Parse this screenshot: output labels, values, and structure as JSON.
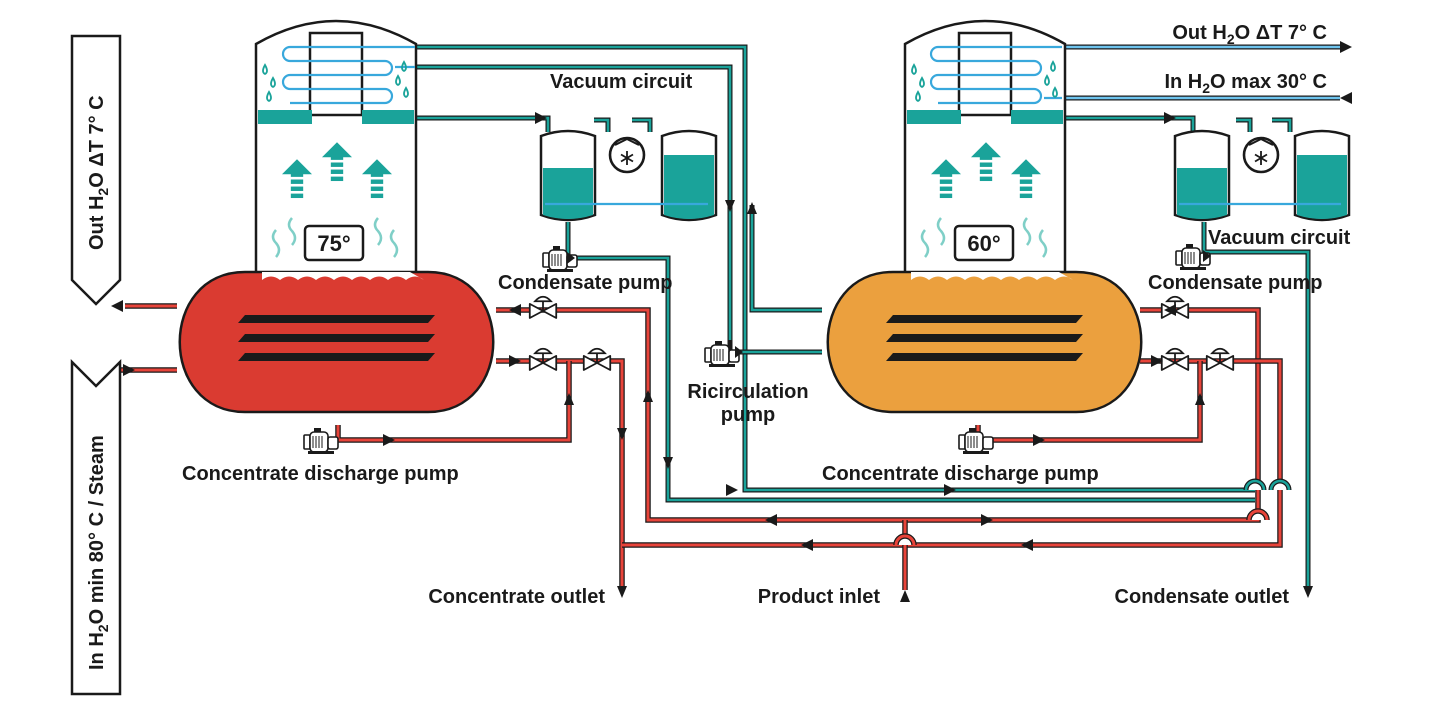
{
  "colors": {
    "evaporator1_fill": "#da3b31",
    "evaporator2_fill": "#eba03e",
    "teal": "#1aa39a",
    "red_pipe": "#e8443a",
    "blue_pipe": "#38a8dc",
    "outline": "#1a1a1a"
  },
  "icons": [
    "steam-arrow-icon",
    "flow-arrow-icon",
    "pump-icon",
    "valve-icon",
    "vacuum-pump-icon",
    "water-drop-icon",
    "heat-wave-icon"
  ],
  "side_labels": {
    "out_h2o_dt": {
      "pre": "Out H",
      "sub": "2",
      "post": "O ΔT 7° C"
    },
    "in_h2o_steam": {
      "pre": "In H",
      "sub": "2",
      "post": "O min 80° C / Steam"
    }
  },
  "top_labels": {
    "out_h2o_dt": {
      "pre": "Out H",
      "sub": "2",
      "post": "O ΔT 7° C"
    },
    "in_h2o_max": {
      "pre": "In H",
      "sub": "2",
      "post": "O max 30° C"
    }
  },
  "evaporators": [
    {
      "temperature": "75°"
    },
    {
      "temperature": "60°"
    }
  ],
  "labels": {
    "vacuum_circuit_1": "Vacuum circuit",
    "vacuum_circuit_2": "Vacuum circuit",
    "condensate_pump_1": "Condensate pump",
    "condensate_pump_2": "Condensate pump",
    "recirculation_pump_line1": "Ricirculation",
    "recirculation_pump_line2": "pump",
    "concentrate_discharge_pump_1": "Concentrate discharge pump",
    "concentrate_discharge_pump_2": "Concentrate discharge pump",
    "concentrate_outlet": "Concentrate outlet",
    "product_inlet": "Product inlet",
    "condensate_outlet": "Condensate outlet"
  }
}
